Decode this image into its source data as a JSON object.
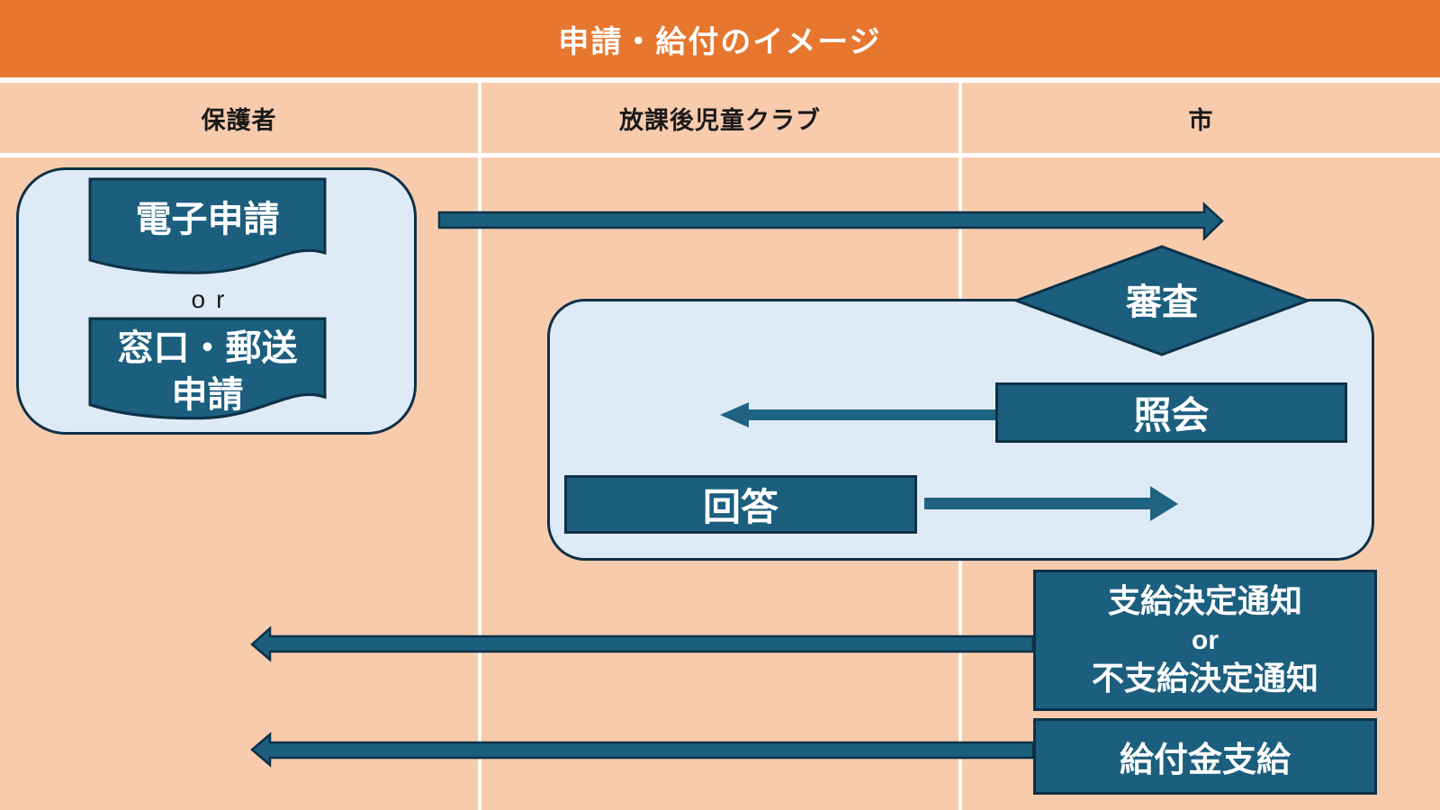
{
  "title_bar": {
    "title": "申請・給付のイメージ"
  },
  "header": {
    "columns": [
      {
        "label": "保護者"
      },
      {
        "label": "放課後児童クラブ"
      },
      {
        "label": "市"
      }
    ]
  },
  "flow": {
    "guardian_group": {
      "electronic_application": "電子申請",
      "or_label": "or",
      "counter_mail_line1": "窓口・郵送",
      "counter_mail_line2": "申請"
    },
    "review_diamond": {
      "label": "審査"
    },
    "exchange_group": {
      "inquiry": "照会",
      "answer": "回答"
    },
    "decision_box": {
      "line1": "支給決定通知",
      "or": "or",
      "line2": "不支給決定通知"
    },
    "payment_box": {
      "label": "給付金支給"
    }
  },
  "arrows": [
    {
      "name": "application-to-city-arrow",
      "direction": "right"
    },
    {
      "name": "inquiry-to-club-arrow",
      "direction": "left"
    },
    {
      "name": "answer-to-city-arrow",
      "direction": "right"
    },
    {
      "name": "decision-to-guardian-arrow",
      "direction": "left"
    },
    {
      "name": "payment-to-guardian-arrow",
      "direction": "left"
    }
  ],
  "colors": {
    "orange": "#E7762E",
    "peach": "#F8CBAD",
    "light_blue": "#DEEAF6",
    "teal": "#1B5E7E",
    "border_navy": "#0D3147",
    "divider_white": "#FFFFFF"
  }
}
